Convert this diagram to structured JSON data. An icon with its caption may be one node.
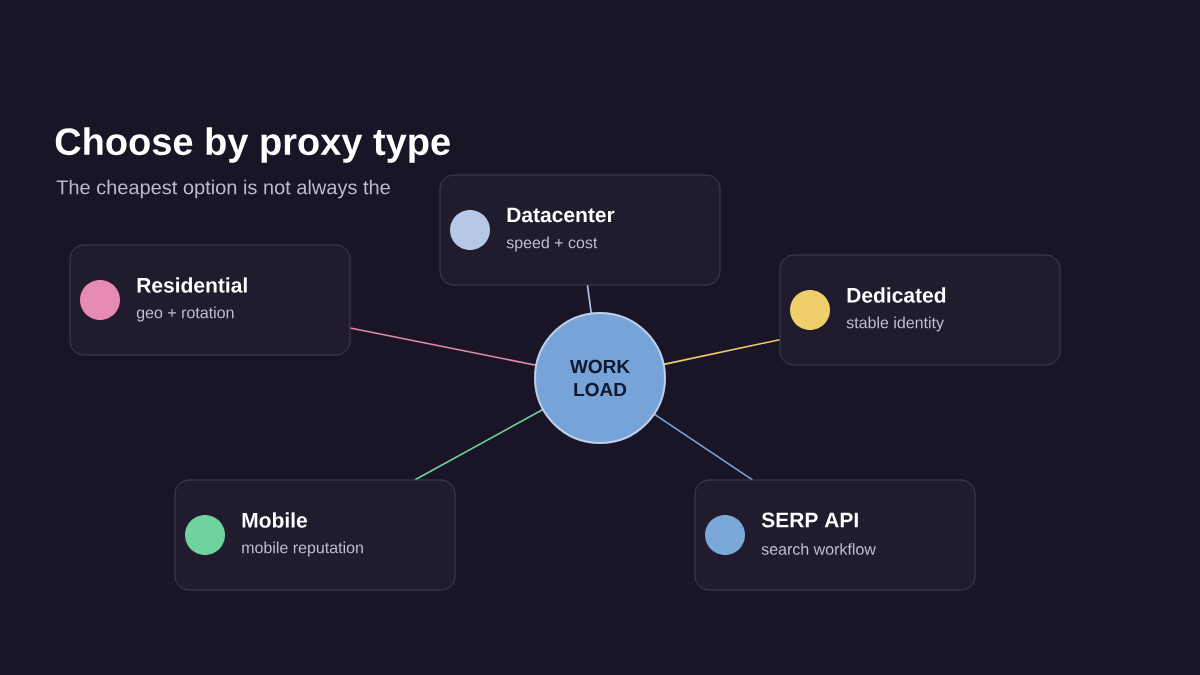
{
  "diagram": {
    "title": "Choose by proxy type",
    "caption": "The cheapest option is not always the",
    "nodes": [
      {
        "text": [
          "Datacenter",
          "speed + cost"
        ]
      },
      {
        "text": [
          "Residential",
          "geo + rotation"
        ]
      },
      {
        "text": [
          "Dedicated",
          "stable identity"
        ]
      },
      {
        "text": [
          "WORK LOAD"
        ]
      },
      {
        "text": [
          "Mobile",
          "mobile reputation"
        ]
      },
      {
        "text": [
          "SERP API",
          "search workflow"
        ]
      }
    ],
    "edges": [
      {
        "from": 3,
        "to": 0,
        "arrow": "none",
        "color": "#b7c7e6"
      },
      {
        "from": 3,
        "to": 1,
        "arrow": "none",
        "color": "#e58bb3"
      },
      {
        "from": 3,
        "to": 2,
        "arrow": "none",
        "color": "#f0cf6a"
      },
      {
        "from": 3,
        "to": 4,
        "arrow": "none",
        "color": "#6fd3a0"
      },
      {
        "from": 3,
        "to": 5,
        "arrow": "none",
        "color": "#7ba7d9"
      }
    ]
  }
}
